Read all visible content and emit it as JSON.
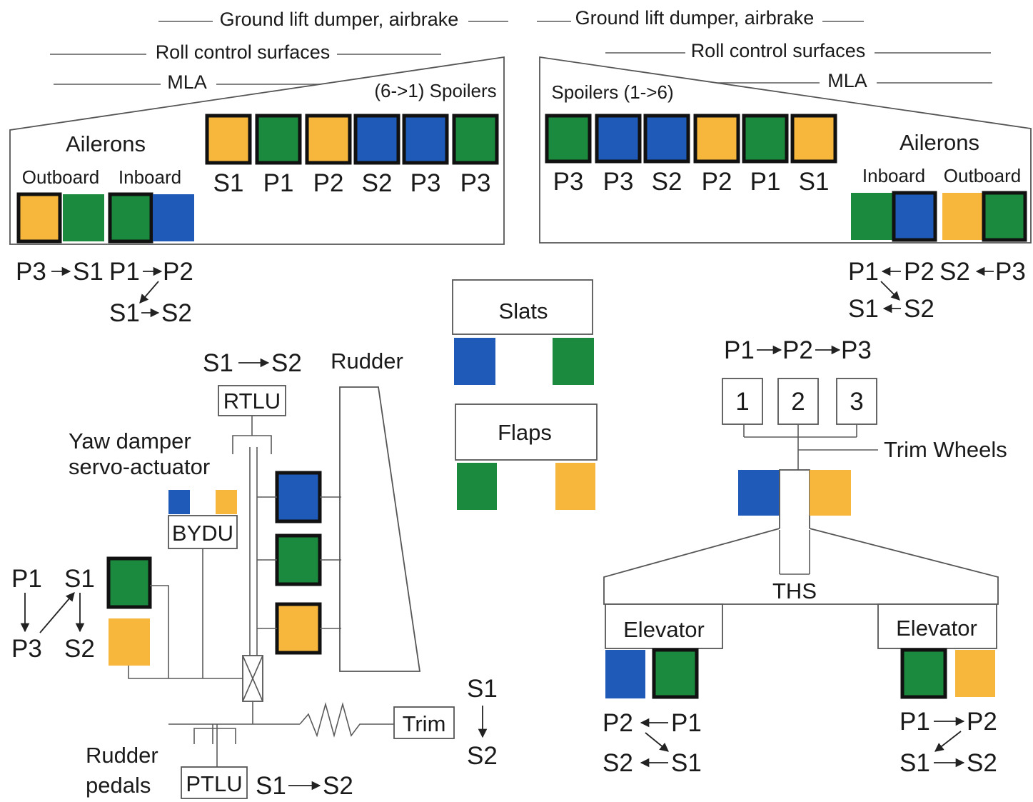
{
  "colors": {
    "blue": "#1f5ab8",
    "green": "#1b8a3e",
    "yellow": "#f6b73c",
    "outline": "#555555"
  },
  "left_wing": {
    "header_ground": "Ground lift dumper, airbrake",
    "header_roll": "Roll control surfaces",
    "header_mla": "MLA",
    "spoilers_label": "(6->1) Spoilers",
    "ailerons_label": "Ailerons",
    "outboard_label": "Outboard",
    "inboard_label": "Inboard",
    "spoilers": [
      {
        "label": "S1",
        "color": "yellow"
      },
      {
        "label": "P1",
        "color": "green"
      },
      {
        "label": "P2",
        "color": "yellow"
      },
      {
        "label": "S2",
        "color": "blue"
      },
      {
        "label": "P3",
        "color": "blue"
      },
      {
        "label": "P3",
        "color": "green"
      }
    ],
    "ailerons": [
      "yellow",
      "green",
      "green",
      "blue"
    ],
    "hyd_1": {
      "a": "P3",
      "b": "S1"
    },
    "hyd_2": {
      "a": "P1",
      "b": "P2"
    },
    "hyd_3": {
      "a": "S1",
      "b": "S2"
    }
  },
  "right_wing": {
    "header_ground": "Ground lift dumper, airbrake",
    "header_roll": "Roll control surfaces",
    "header_mla": "MLA",
    "spoilers_label": "Spoilers (1->6)",
    "ailerons_label": "Ailerons",
    "inboard_label": "Inboard",
    "outboard_label": "Outboard",
    "spoilers": [
      {
        "label": "P3",
        "color": "green"
      },
      {
        "label": "P3",
        "color": "blue"
      },
      {
        "label": "S2",
        "color": "blue"
      },
      {
        "label": "P2",
        "color": "yellow"
      },
      {
        "label": "P1",
        "color": "green"
      },
      {
        "label": "S1",
        "color": "yellow"
      }
    ],
    "ailerons": [
      "green",
      "blue",
      "yellow",
      "green"
    ],
    "hyd_1": {
      "a": "P1",
      "b": "P2"
    },
    "hyd_2": {
      "a": "S2",
      "b": "P3"
    },
    "hyd_3": {
      "a": "S1",
      "b": "S2"
    }
  },
  "slats": {
    "label": "Slats",
    "colors": [
      "blue",
      "green"
    ]
  },
  "flaps": {
    "label": "Flaps",
    "colors": [
      "green",
      "yellow"
    ]
  },
  "rudder": {
    "label": "Rudder",
    "rtlu": "RTLU",
    "rtlu_hyd": {
      "a": "S1",
      "b": "S2"
    },
    "yaw_damper": "Yaw damper\nservo-actuator",
    "yaw_damper_l1": "Yaw damper",
    "yaw_damper_l2": "servo-actuator",
    "bydu": "BYDU",
    "pedals_l1": "Rudder",
    "pedals_l2": "pedals",
    "ptlu": "PTLU",
    "ptlu_hyd": {
      "a": "S1",
      "b": "S2"
    },
    "trim": "Trim",
    "trim_hyd": {
      "a": "S1",
      "b": "S2"
    },
    "actuators": [
      "blue",
      "green",
      "yellow"
    ],
    "pedal_hyd": {
      "p1": "P1",
      "s1": "S1",
      "p3": "P3",
      "s2": "S2"
    }
  },
  "ths": {
    "label": "THS",
    "trim_hyd": {
      "a": "P1",
      "b": "P2",
      "c": "P3"
    },
    "trim_motors": [
      "1",
      "2",
      "3"
    ],
    "trim_wheels": "Trim Wheels",
    "colors": [
      "blue",
      "yellow"
    ]
  },
  "elevators": [
    {
      "label": "Elevator",
      "colors": [
        "blue",
        "green"
      ],
      "hyd_top": {
        "a": "P2",
        "b": "P1"
      },
      "hyd_bot": {
        "a": "S2",
        "b": "S1"
      }
    },
    {
      "label": "Elevator",
      "colors": [
        "green",
        "yellow"
      ],
      "hyd_top": {
        "a": "P1",
        "b": "P2"
      },
      "hyd_bot": {
        "a": "S1",
        "b": "S2"
      }
    }
  ]
}
